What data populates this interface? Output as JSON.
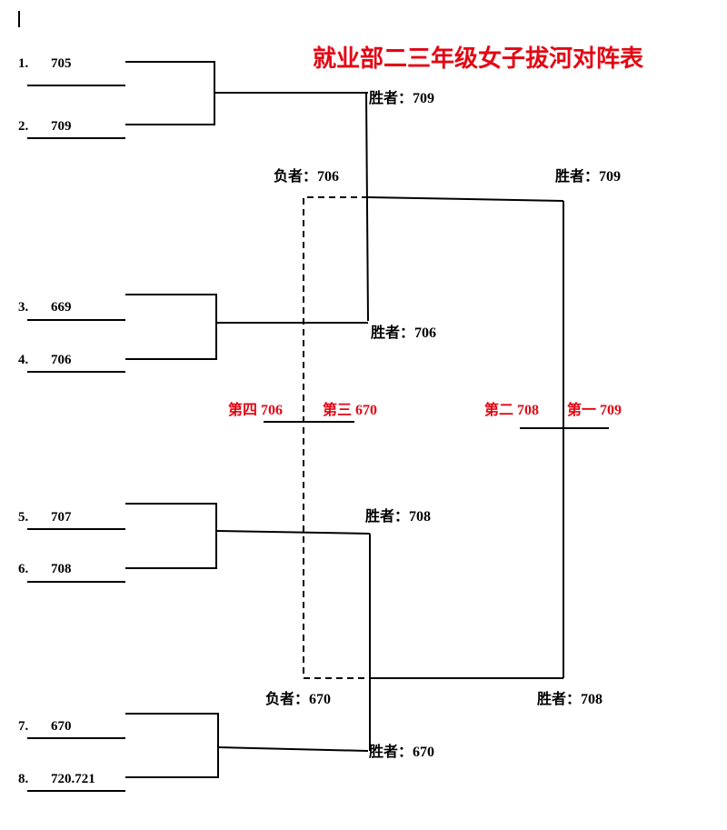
{
  "title": "就业部二三年级女子拔河对阵表",
  "teams": [
    {
      "num": "1.",
      "name": "705"
    },
    {
      "num": "2.",
      "name": "709"
    },
    {
      "num": "3.",
      "name": "669"
    },
    {
      "num": "4.",
      "name": "706"
    },
    {
      "num": "5.",
      "name": "707"
    },
    {
      "num": "6.",
      "name": "708"
    },
    {
      "num": "7.",
      "name": "670"
    },
    {
      "num": "8.",
      "name": "720.721"
    }
  ],
  "round1": {
    "winner_a": "胜者：709",
    "winner_b": "胜者：706",
    "winner_c": "胜者：708",
    "winner_d": "胜者：670"
  },
  "round2": {
    "winner_top": "胜者：709",
    "loser_top": "负者：706",
    "winner_bottom": "胜者：708",
    "loser_bottom": "负者：670"
  },
  "placings": {
    "fourth": "第四 706",
    "third": "第三 670",
    "second": "第二 708",
    "first": "第一 709"
  },
  "colors": {
    "title": "#e30613",
    "placing": "#e30613",
    "line": "#000000"
  }
}
